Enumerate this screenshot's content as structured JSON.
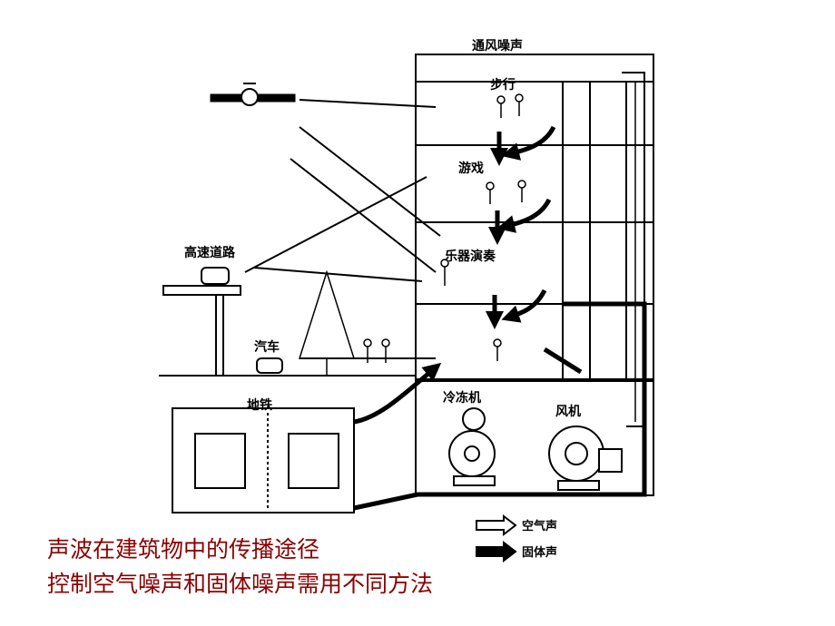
{
  "labels": {
    "ventilation_noise": "通风噪声",
    "walking": "步行",
    "games": "游戏",
    "instrument_playing": "乐器演奏",
    "highway": "高速道路",
    "car": "汽车",
    "subway": "地铁",
    "chiller": "冷冻机",
    "fan": "风机"
  },
  "legend": {
    "airborne": "空气声",
    "structure_borne": "固体声"
  },
  "caption": {
    "line1": "声波在建筑物中的传播途径",
    "line2": "控制空气噪声和固体噪声需用不同方法"
  }
}
